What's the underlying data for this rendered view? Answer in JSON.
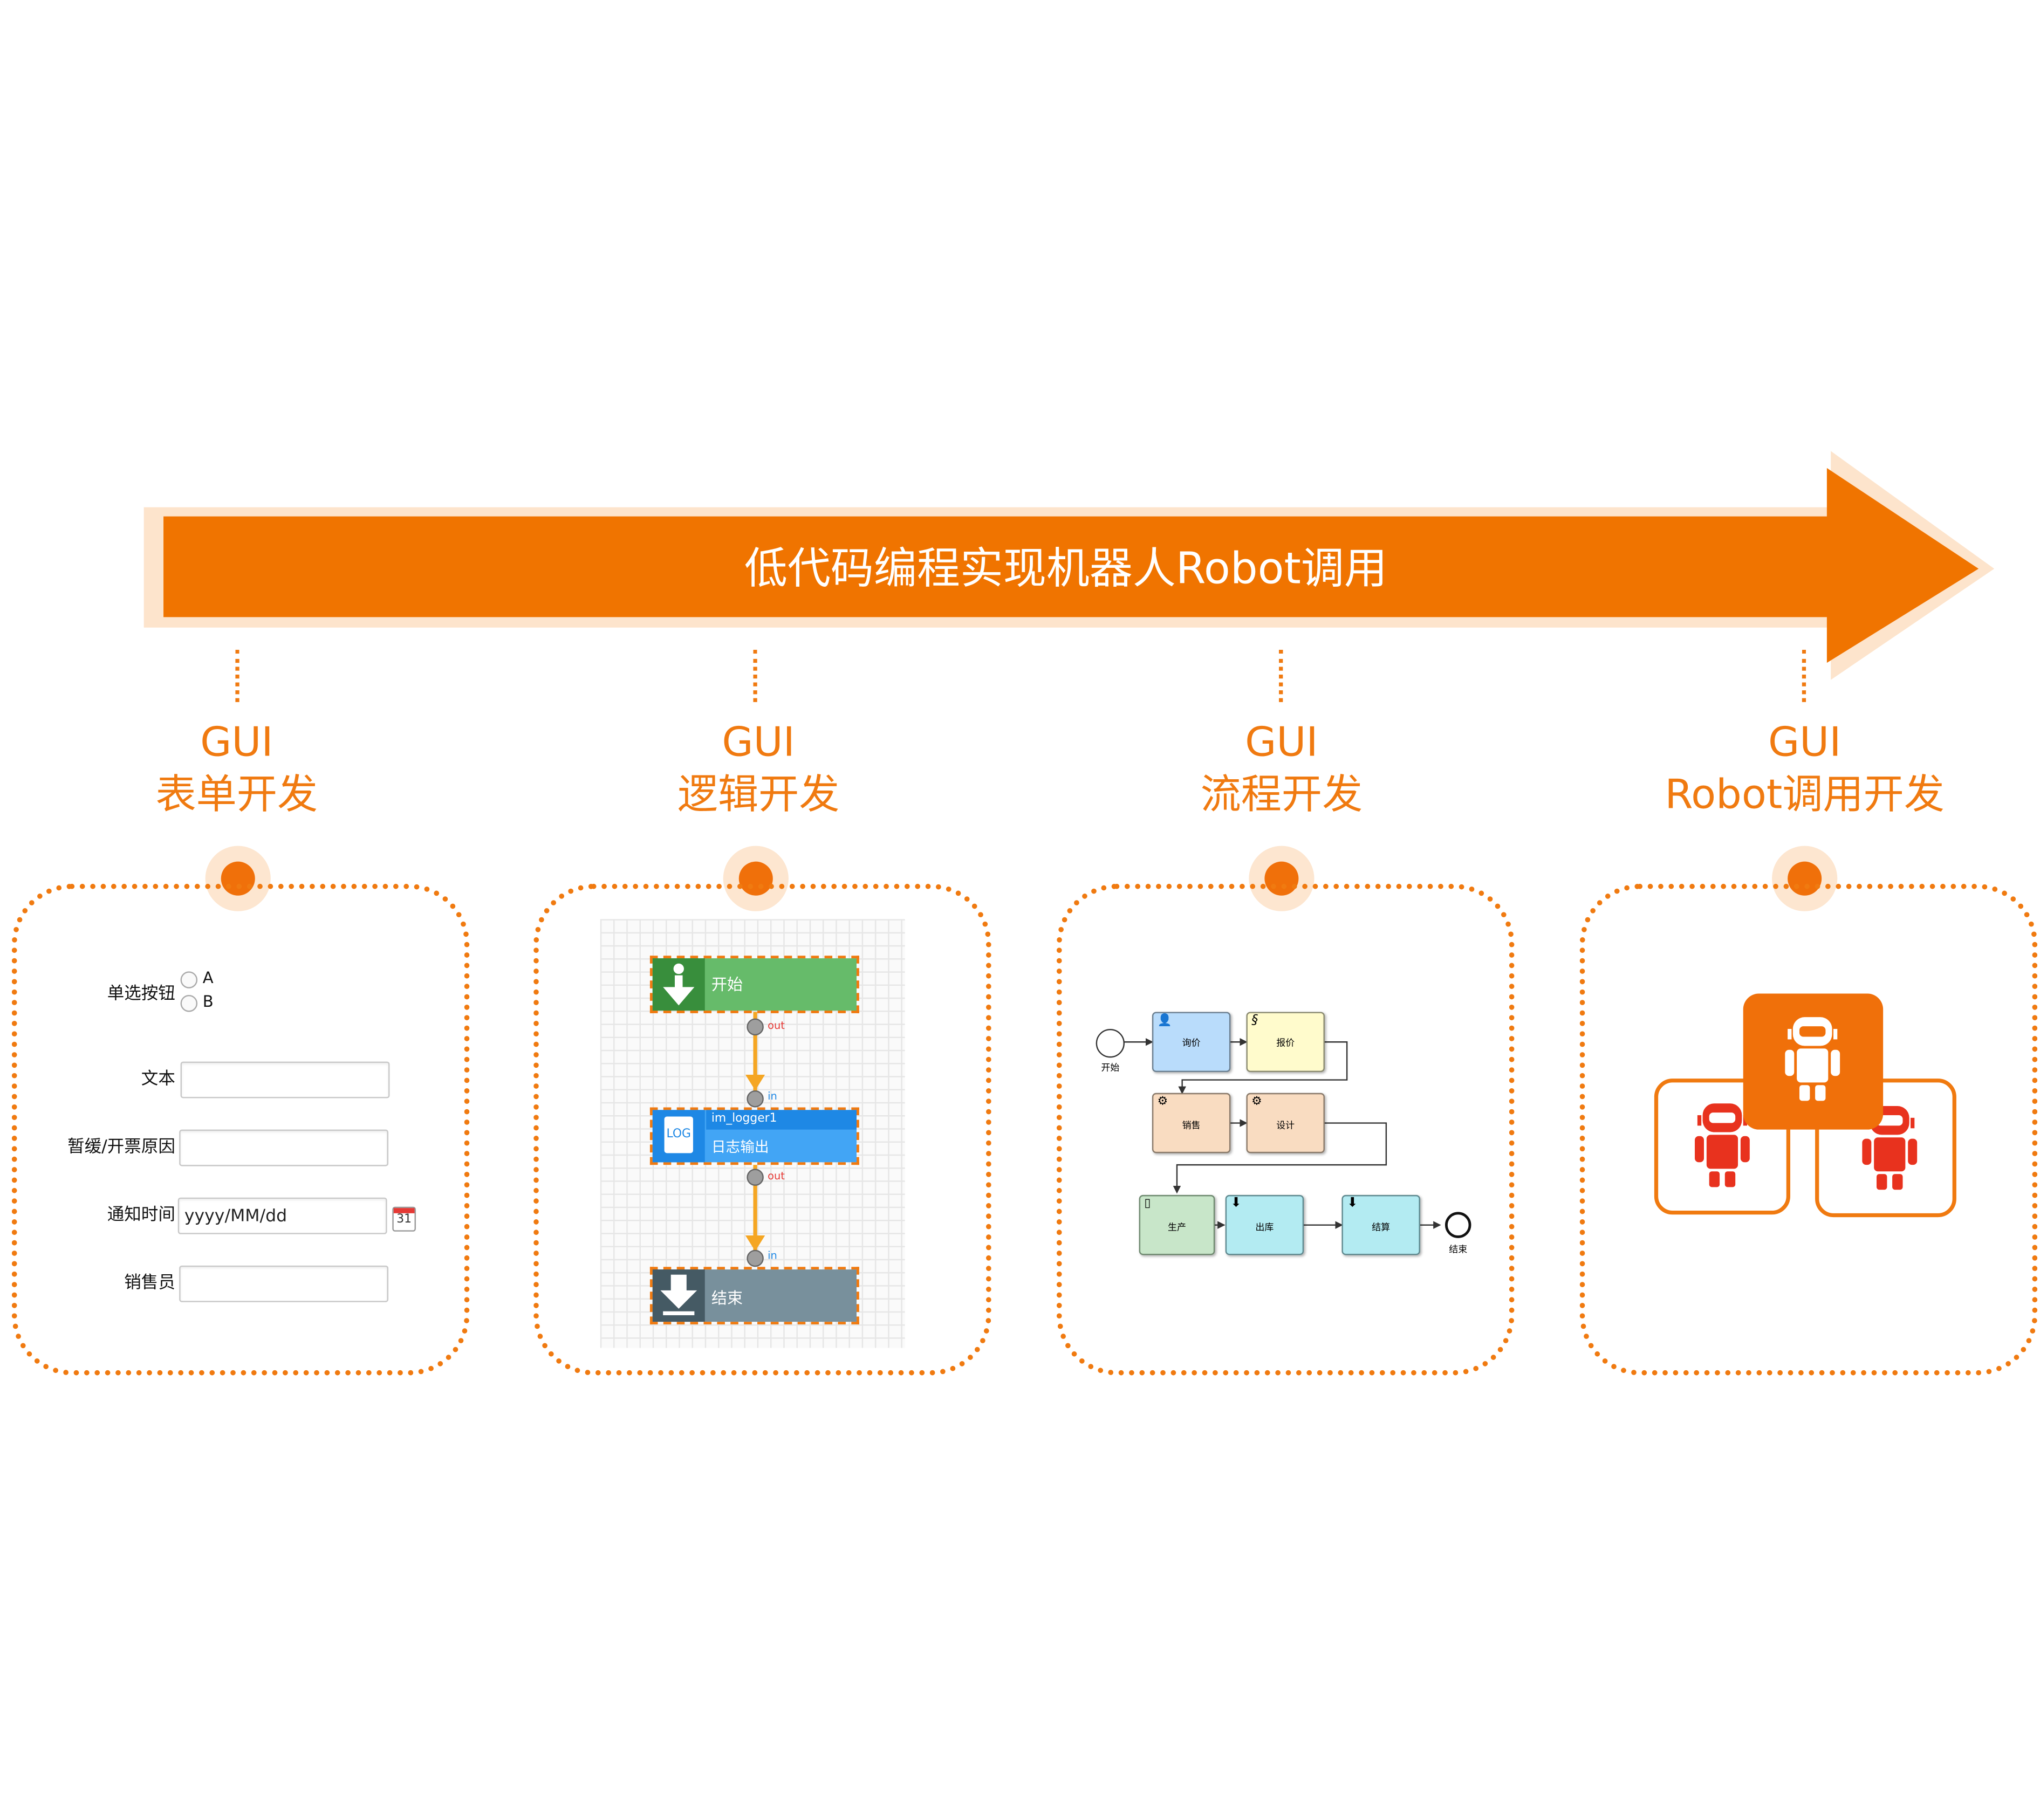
{
  "banner": {
    "text": "低代码编程实现机器人Robot调用"
  },
  "columns": [
    {
      "line1": "GUI",
      "line2": "表单开发"
    },
    {
      "line1": "GUI",
      "line2": "逻辑开发"
    },
    {
      "line1": "GUI",
      "line2": "流程开发"
    },
    {
      "line1": "GUI",
      "line2": "Robot调用开发"
    }
  ],
  "form": {
    "radio_label": "单选按钮",
    "radio_options": [
      "A",
      "B"
    ],
    "text_label": "文本",
    "reason_label": "暂缓/开票原因",
    "notify_label": "通知时间",
    "date_placeholder": "yyyy/MM/dd",
    "calendar_day": "31",
    "sales_label": "销售员"
  },
  "logic": {
    "start_label": "开始",
    "out_label": "out",
    "in_label": "in",
    "logger_id": "im_logger1",
    "logger_icon": "LOG",
    "logger_label": "日志输出",
    "end_label": "结束"
  },
  "flow": {
    "start_label": "开始",
    "end_label": "结束",
    "tasks": [
      "询价",
      "报价",
      "销售",
      "设计",
      "生产",
      "出库",
      "结算"
    ]
  },
  "colors": {
    "accent": "#f07a10",
    "arrow": "#f07400",
    "robot_red": "#e8321e",
    "node_green": "#66bb6a",
    "node_blue": "#42a5f5",
    "node_gray": "#78909c"
  }
}
